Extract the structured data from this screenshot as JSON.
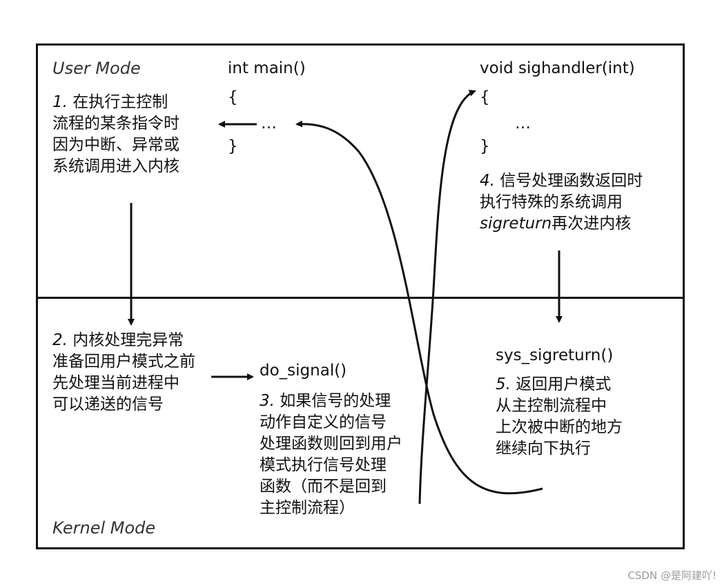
{
  "user_mode": "User Mode",
  "kernel_mode": "Kernel Mode",
  "main": {
    "signature": "int main()",
    "open_brace": "{",
    "body": "…",
    "close_brace": "}"
  },
  "handler": {
    "signature": "void sighandler(int)",
    "open_brace": "{",
    "body": "…",
    "close_brace": "}"
  },
  "step1": {
    "num": "1.",
    "lines": [
      "在执行主控制",
      "流程的某条指令时",
      "因为中断、异常或",
      "系统调用进入内核"
    ]
  },
  "step2": {
    "num": "2.",
    "lines": [
      "内核处理完异常",
      "准备回用户模式之前",
      "先处理当前进程中",
      "可以递送的信号"
    ]
  },
  "do_signal": "do_signal()",
  "step3": {
    "num": "3.",
    "lines": [
      "如果信号的处理",
      "动作自定义的信号",
      "处理函数则回到用户",
      "模式执行信号处理",
      "函数（而不是回到",
      "主控制流程）"
    ]
  },
  "step4": {
    "num": "4.",
    "lines": [
      "信号处理函数返回时",
      "执行特殊的系统调用"
    ],
    "sigreturn": "sigreturn",
    "last_suffix": "再次进内核"
  },
  "sys_sigreturn": "sys_sigreturn()",
  "step5": {
    "num": "5.",
    "lines": [
      "返回用户模式",
      "从主控制流程中",
      "上次被中断的地方",
      "继续向下执行"
    ]
  },
  "watermark": "CSDN @是阿建吖!"
}
